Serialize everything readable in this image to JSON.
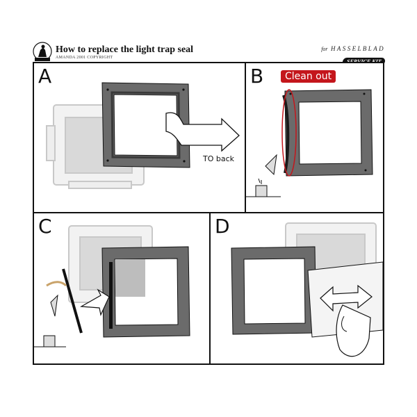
{
  "header": {
    "title": "How to replace the light trap seal",
    "copyright": "AMANDA 2001 COPYRIGHT",
    "brand_for": "for",
    "brand_name": "HASSELBLAD",
    "brand_kit": "SERVICE KIT"
  },
  "panels": [
    {
      "letter": "A",
      "caption": "TO back"
    },
    {
      "letter": "B",
      "callout": "Clean out"
    },
    {
      "letter": "C"
    },
    {
      "letter": "D"
    }
  ],
  "colors": {
    "frame": "#6b6b6b",
    "outline": "#111111",
    "highlight": "#c4161c",
    "faded": "#cfcfcf"
  }
}
